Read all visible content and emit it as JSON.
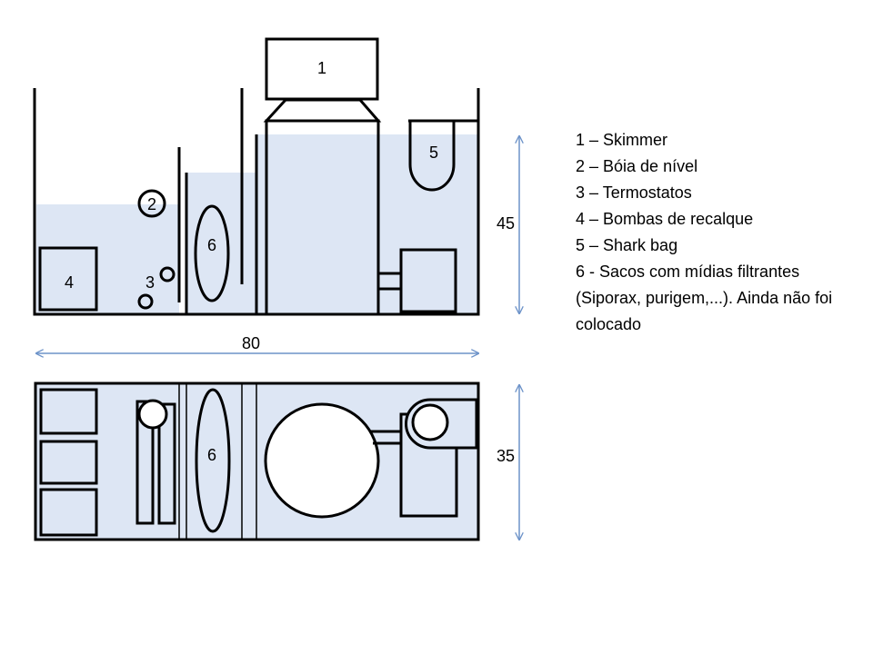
{
  "labels": {
    "skimmer": "1",
    "float": "2",
    "heaters": "3",
    "pumps": "4",
    "shark_bag": "5",
    "media_side": "6",
    "media_top": "6"
  },
  "dimensions": {
    "width": "80",
    "height": "45",
    "depth": "35"
  },
  "legend": [
    "1 – Skimmer",
    "2 – Bóia de nível",
    "3 – Termostatos",
    "4 – Bombas de recalque",
    "5 – Shark bag",
    "6 - Sacos com mídias filtrantes (Siporax, purigem,...). Ainda não foi colocado"
  ],
  "colors": {
    "water": "#dde6f4",
    "stroke": "#000000",
    "dimension_arrow": "#6d93c9"
  }
}
